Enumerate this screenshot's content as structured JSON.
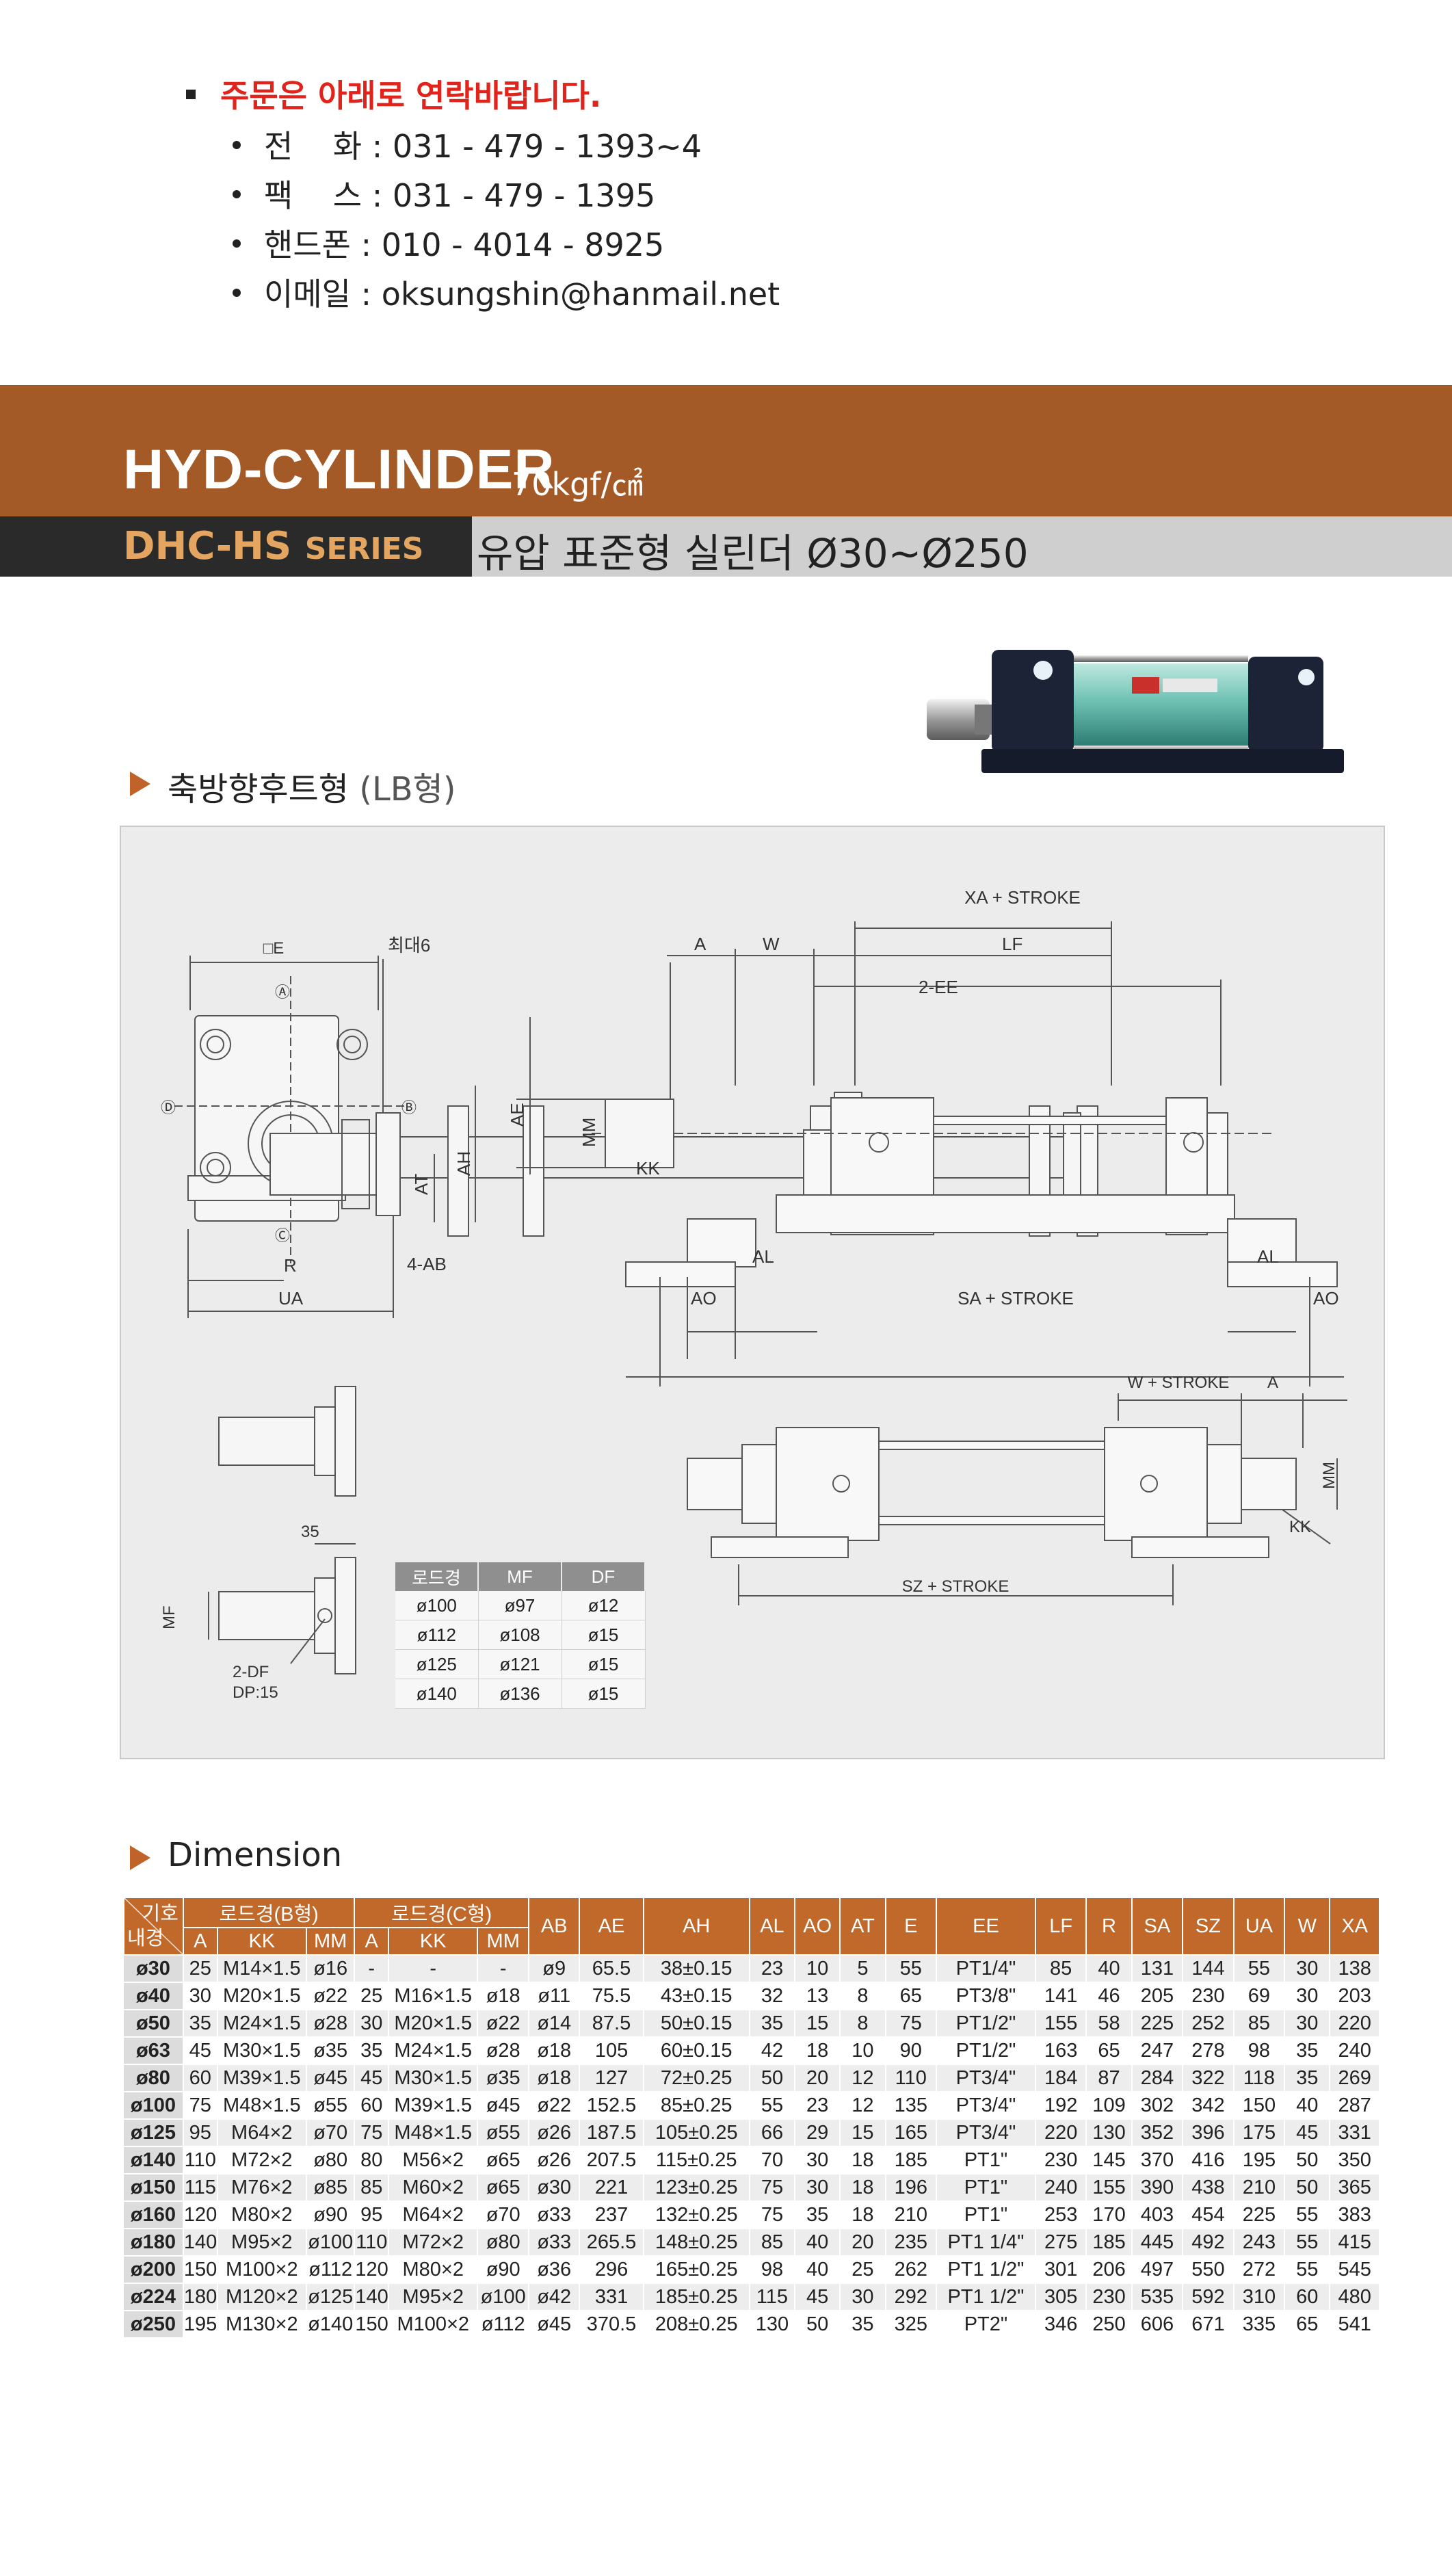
{
  "contact": {
    "heading": "주문은 아래로 연락바랍니다.",
    "lines": [
      "전    화 : 031 - 479 - 1393~4",
      "팩    스 : 031 - 479 - 1395",
      "핸드폰 : 010 - 4014 - 8925",
      "이메일 : oksungshin@hanmail.net"
    ]
  },
  "banner": {
    "title": "HYD-CYLINDER",
    "pressure": "70kgf/㎠",
    "series": "DHC-HS",
    "series_suffix": "SERIES",
    "subtitle": "유압 표준형 실린더 Ø30~Ø250"
  },
  "drawing_section": {
    "title": "축방향후트형",
    "type_note": "(LB형)"
  },
  "drawing_labels": {
    "de": "□E",
    "max6": "최대6",
    "a_circle": "Ⓐ",
    "b_circle": "Ⓑ",
    "c_circle": "Ⓒ",
    "d_circle": "Ⓓ",
    "ae": "AE",
    "ah": "AH",
    "at": "AT",
    "r": "R",
    "ua": "UA",
    "four_ab": "4-AB",
    "xa_stroke": "XA + STROKE",
    "a": "A",
    "w": "W",
    "lf": "LF",
    "two_ee": "2-EE",
    "mm": "MM",
    "kk": "KK",
    "al": "AL",
    "ao": "AO",
    "sa_stroke": "SA + STROKE",
    "w_stroke": "W + STROKE",
    "sz_stroke": "SZ + STROKE",
    "mf": "MF",
    "dim35": "35",
    "two_df": "2-DF",
    "dp15": "DP:15"
  },
  "rod_table": {
    "headers": [
      "로드경",
      "MF",
      "DF"
    ],
    "rows": [
      [
        "ø100",
        "ø97",
        "ø12"
      ],
      [
        "ø112",
        "ø108",
        "ø15"
      ],
      [
        "ø125",
        "ø121",
        "ø15"
      ],
      [
        "ø140",
        "ø136",
        "ø15"
      ]
    ]
  },
  "dimension_section": {
    "title": "Dimension"
  },
  "dimension_table": {
    "corner_top": "기호",
    "corner_bottom": "내경",
    "group_b": "로드경(B형)",
    "group_c": "로드경(C형)",
    "sub_headers": [
      "A",
      "KK",
      "MM",
      "A",
      "KK",
      "MM"
    ],
    "headers": [
      "AB",
      "AE",
      "AH",
      "AL",
      "AO",
      "AT",
      "E",
      "EE",
      "LF",
      "R",
      "SA",
      "SZ",
      "UA",
      "W",
      "XA"
    ],
    "rows": [
      [
        "ø30",
        "25",
        "M14×1.5",
        "ø16",
        "-",
        "-",
        "-",
        "ø9",
        "65.5",
        "38±0.15",
        "23",
        "10",
        "5",
        "55",
        "PT1/4\"",
        "85",
        "40",
        "131",
        "144",
        "55",
        "30",
        "138"
      ],
      [
        "ø40",
        "30",
        "M20×1.5",
        "ø22",
        "25",
        "M16×1.5",
        "ø18",
        "ø11",
        "75.5",
        "43±0.15",
        "32",
        "13",
        "8",
        "65",
        "PT3/8\"",
        "141",
        "46",
        "205",
        "230",
        "69",
        "30",
        "203"
      ],
      [
        "ø50",
        "35",
        "M24×1.5",
        "ø28",
        "30",
        "M20×1.5",
        "ø22",
        "ø14",
        "87.5",
        "50±0.15",
        "35",
        "15",
        "8",
        "75",
        "PT1/2\"",
        "155",
        "58",
        "225",
        "252",
        "85",
        "30",
        "220"
      ],
      [
        "ø63",
        "45",
        "M30×1.5",
        "ø35",
        "35",
        "M24×1.5",
        "ø28",
        "ø18",
        "105",
        "60±0.15",
        "42",
        "18",
        "10",
        "90",
        "PT1/2\"",
        "163",
        "65",
        "247",
        "278",
        "98",
        "35",
        "240"
      ],
      [
        "ø80",
        "60",
        "M39×1.5",
        "ø45",
        "45",
        "M30×1.5",
        "ø35",
        "ø18",
        "127",
        "72±0.25",
        "50",
        "20",
        "12",
        "110",
        "PT3/4\"",
        "184",
        "87",
        "284",
        "322",
        "118",
        "35",
        "269"
      ],
      [
        "ø100",
        "75",
        "M48×1.5",
        "ø55",
        "60",
        "M39×1.5",
        "ø45",
        "ø22",
        "152.5",
        "85±0.25",
        "55",
        "23",
        "12",
        "135",
        "PT3/4\"",
        "192",
        "109",
        "302",
        "342",
        "150",
        "40",
        "287"
      ],
      [
        "ø125",
        "95",
        "M64×2",
        "ø70",
        "75",
        "M48×1.5",
        "ø55",
        "ø26",
        "187.5",
        "105±0.25",
        "66",
        "29",
        "15",
        "165",
        "PT3/4\"",
        "220",
        "130",
        "352",
        "396",
        "175",
        "45",
        "331"
      ],
      [
        "ø140",
        "110",
        "M72×2",
        "ø80",
        "80",
        "M56×2",
        "ø65",
        "ø26",
        "207.5",
        "115±0.25",
        "70",
        "30",
        "18",
        "185",
        "PT1\"",
        "230",
        "145",
        "370",
        "416",
        "195",
        "50",
        "350"
      ],
      [
        "ø150",
        "115",
        "M76×2",
        "ø85",
        "85",
        "M60×2",
        "ø65",
        "ø30",
        "221",
        "123±0.25",
        "75",
        "30",
        "18",
        "196",
        "PT1\"",
        "240",
        "155",
        "390",
        "438",
        "210",
        "50",
        "365"
      ],
      [
        "ø160",
        "120",
        "M80×2",
        "ø90",
        "95",
        "M64×2",
        "ø70",
        "ø33",
        "237",
        "132±0.25",
        "75",
        "35",
        "18",
        "210",
        "PT1\"",
        "253",
        "170",
        "403",
        "454",
        "225",
        "55",
        "383"
      ],
      [
        "ø180",
        "140",
        "M95×2",
        "ø100",
        "110",
        "M72×2",
        "ø80",
        "ø33",
        "265.5",
        "148±0.25",
        "85",
        "40",
        "20",
        "235",
        "PT1 1/4\"",
        "275",
        "185",
        "445",
        "492",
        "243",
        "55",
        "415"
      ],
      [
        "ø200",
        "150",
        "M100×2",
        "ø112",
        "120",
        "M80×2",
        "ø90",
        "ø36",
        "296",
        "165±0.25",
        "98",
        "40",
        "25",
        "262",
        "PT1 1/2\"",
        "301",
        "206",
        "497",
        "550",
        "272",
        "55",
        "545"
      ],
      [
        "ø224",
        "180",
        "M120×2",
        "ø125",
        "140",
        "M95×2",
        "ø100",
        "ø42",
        "331",
        "185±0.25",
        "115",
        "45",
        "30",
        "292",
        "PT1 1/2\"",
        "305",
        "230",
        "535",
        "592",
        "310",
        "60",
        "480"
      ],
      [
        "ø250",
        "195",
        "M130×2",
        "ø140",
        "150",
        "M100×2",
        "ø112",
        "ø45",
        "370.5",
        "208±0.25",
        "130",
        "50",
        "35",
        "325",
        "PT2\"",
        "346",
        "250",
        "606",
        "671",
        "335",
        "65",
        "541"
      ]
    ]
  },
  "colors": {
    "accent_red": "#e0241b",
    "banner_brown": "#a45a26",
    "series_gold": "#e3a560",
    "table_header": "#c0692b"
  }
}
